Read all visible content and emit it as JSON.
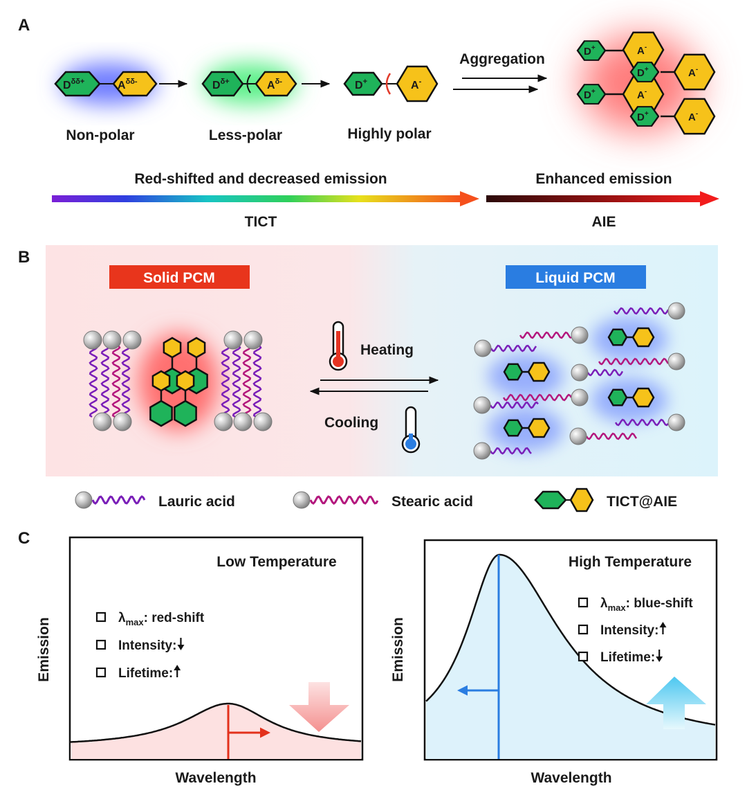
{
  "panel_a": {
    "letter": "A",
    "states": [
      {
        "label": "Non-polar",
        "donor": "D",
        "donor_sup": "δδ+",
        "acceptor": "A",
        "acceptor_sup": "δδ-",
        "glow": "#6f7dff"
      },
      {
        "label": "Less-polar",
        "donor": "D",
        "donor_sup": "δ+",
        "acceptor": "A",
        "acceptor_sup": "δ-",
        "glow": "#5df08a"
      },
      {
        "label": "Highly polar",
        "donor": "D",
        "donor_sup": "+",
        "acceptor": "A",
        "acceptor_sup": "-"
      }
    ],
    "aggregation_label": "Aggregation",
    "aggregate_donor": "D",
    "aggregate_donor_sup": "+",
    "aggregate_acceptor": "A",
    "aggregate_acceptor_sup": "-",
    "tict_arrow_caption": "Red-shifted and decreased emission",
    "tict_arrow_label": "TICT",
    "aie_arrow_caption": "Enhanced emission",
    "aie_arrow_label": "AIE"
  },
  "panel_b": {
    "letter": "B",
    "solid_label": "Solid PCM",
    "liquid_label": "Liquid PCM",
    "heating_label": "Heating",
    "cooling_label": "Cooling",
    "legend": {
      "lauric": "Lauric acid",
      "stearic": "Stearic acid",
      "tictaie": "TICT@AIE"
    }
  },
  "panel_c": {
    "letter": "C",
    "low": {
      "title": "Low Temperature",
      "ylabel": "Emission",
      "xlabel": "Wavelength",
      "items": [
        {
          "main": "λ",
          "sub": "max",
          "rest": ": red-shift"
        },
        {
          "main": "Intensity: ",
          "sub": "",
          "rest": "",
          "arrow": "down"
        },
        {
          "main": "Lifetime: ",
          "sub": "",
          "rest": "",
          "arrow": "up"
        }
      ]
    },
    "high": {
      "title": "High Temperature",
      "ylabel": "Emission",
      "xlabel": "Wavelength",
      "items": [
        {
          "main": "λ",
          "sub": "max",
          "rest": ": blue-shift"
        },
        {
          "main": "Intensity: ",
          "sub": "",
          "rest": "",
          "arrow": "up"
        },
        {
          "main": "Lifetime: ",
          "sub": "",
          "rest": "",
          "arrow": "down"
        }
      ]
    }
  },
  "colors": {
    "donor_green": "#1fb35a",
    "acceptor_yellow": "#f6c21a",
    "lauric_purple": "#7a1fb8",
    "stearic_magenta": "#b3177d",
    "solid_red": "#e8351c",
    "liquid_blue": "#2a7de1",
    "bg_pink": "#fde3e3",
    "bg_cyan": "#def3fb"
  }
}
